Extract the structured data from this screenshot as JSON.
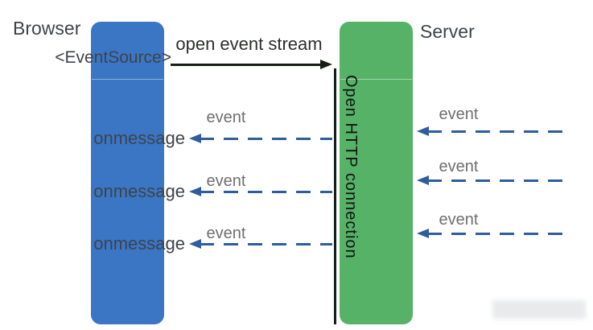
{
  "browser": {
    "label": "Browser",
    "api": "<EventSource>"
  },
  "server": {
    "label": "Server"
  },
  "request": {
    "label": "open event stream"
  },
  "connection": {
    "label": "Open HTTP connection"
  },
  "left_rows": [
    {
      "handler": "onmessage",
      "event": "event"
    },
    {
      "handler": "onmessage",
      "event": "event"
    },
    {
      "handler": "onmessage",
      "event": "event"
    }
  ],
  "right_rows": [
    {
      "event": "event"
    },
    {
      "event": "event"
    },
    {
      "event": "event"
    }
  ],
  "colors": {
    "browser_bar": "#3a76c4",
    "server_bar": "#55b267",
    "dash_arrow": "#2f5d9b",
    "solid_arrow": "#161d16",
    "text_dark": "#3f434b",
    "text_gray": "#6f6f6f",
    "stream_text": "#2c2f2c",
    "connection_text": "#141414"
  }
}
